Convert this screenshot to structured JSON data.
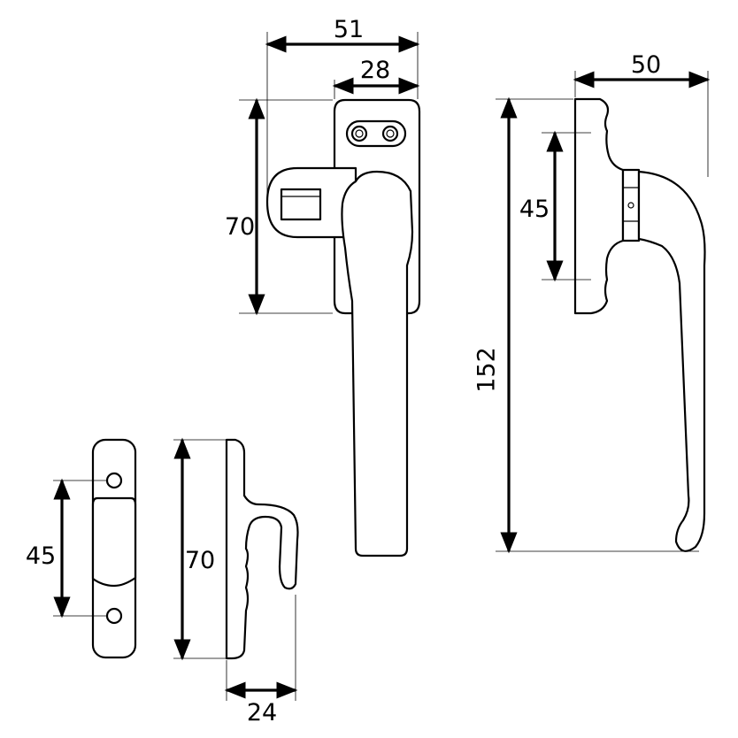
{
  "dimensions": {
    "top_width_total": "51",
    "top_width_base": "28",
    "front_height": "70",
    "side_depth": "50",
    "side_hole_spacing": "45",
    "overall_length": "152",
    "keeper_hole_spacing": "45",
    "hook_height": "70",
    "hook_depth": "24"
  }
}
